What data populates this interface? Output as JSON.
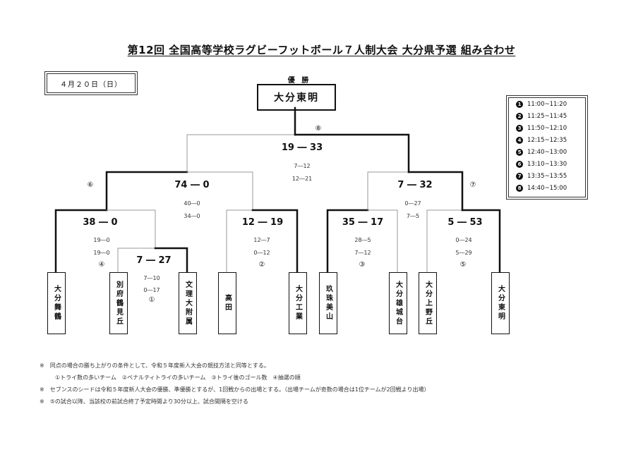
{
  "title": "第12回 全国高等学校ラグビーフットボール７人制大会 大分県予選 組み合わせ",
  "date": "４月２０日（日）",
  "winner_label": "優 勝",
  "winner": "大分東明",
  "schedule": [
    {
      "num": "1",
      "time": "11:00~11:20"
    },
    {
      "num": "2",
      "time": "11:25~11:45"
    },
    {
      "num": "3",
      "time": "11:50~12:10"
    },
    {
      "num": "4",
      "time": "12:15~12:35"
    },
    {
      "num": "5",
      "time": "12:40~13:00"
    },
    {
      "num": "6",
      "time": "13:10~13:30"
    },
    {
      "num": "7",
      "time": "13:35~13:55"
    },
    {
      "num": "8",
      "time": "14:40~15:00"
    }
  ],
  "teams": [
    "大分舞鶴",
    "別府鶴見丘",
    "文理大附属",
    "高田",
    "大分工業",
    "玖珠美山",
    "大分雄城台",
    "大分上野丘",
    "大分東明"
  ],
  "matches": {
    "final": {
      "num": "⑧",
      "score": "19 ― 33",
      "halves": [
        "7―12",
        "12―21"
      ]
    },
    "semi_left": {
      "num": "⑥",
      "score": "74 ― 0",
      "halves": [
        "40―0",
        "34―0"
      ]
    },
    "semi_right": {
      "num": "⑦",
      "score": "7 ― 32",
      "halves": [
        "0―27",
        "7―5"
      ]
    },
    "qf_a": {
      "num": "④",
      "score": "38 ― 0",
      "halves": [
        "19―0",
        "19―0"
      ]
    },
    "first_round": {
      "num": "①",
      "score": "7 ― 27",
      "halves": [
        "7―10",
        "0―17"
      ]
    },
    "qf_b": {
      "num": "②",
      "score": "12 ― 19",
      "halves": [
        "12―7",
        "0―12"
      ]
    },
    "qf_c": {
      "num": "③",
      "score": "35 ― 17",
      "halves": [
        "28―5",
        "7―12"
      ]
    },
    "qf_d": {
      "num": "⑤",
      "score": "5 ― 53",
      "halves": [
        "0―24",
        "5―29"
      ]
    }
  },
  "notes": [
    "※　同点の場合の勝ち上がりの条件として、令和５年度新人大会の競技方法と同等とする。",
    "①トライ数の多いチーム　②ペナルティトライの多いチーム　③トライ後のゴール数　④抽選の順",
    "※　セブンスのシードは令和５年度新人大会の優勝、準優勝とするが、1回戦からの出場とする。（出場チームが奇数の場合は1位チームが2回戦より出場）",
    "※　⑤の試合以降、当該校の前試合終了予定時間より30分以上、試合間隔を空ける"
  ]
}
